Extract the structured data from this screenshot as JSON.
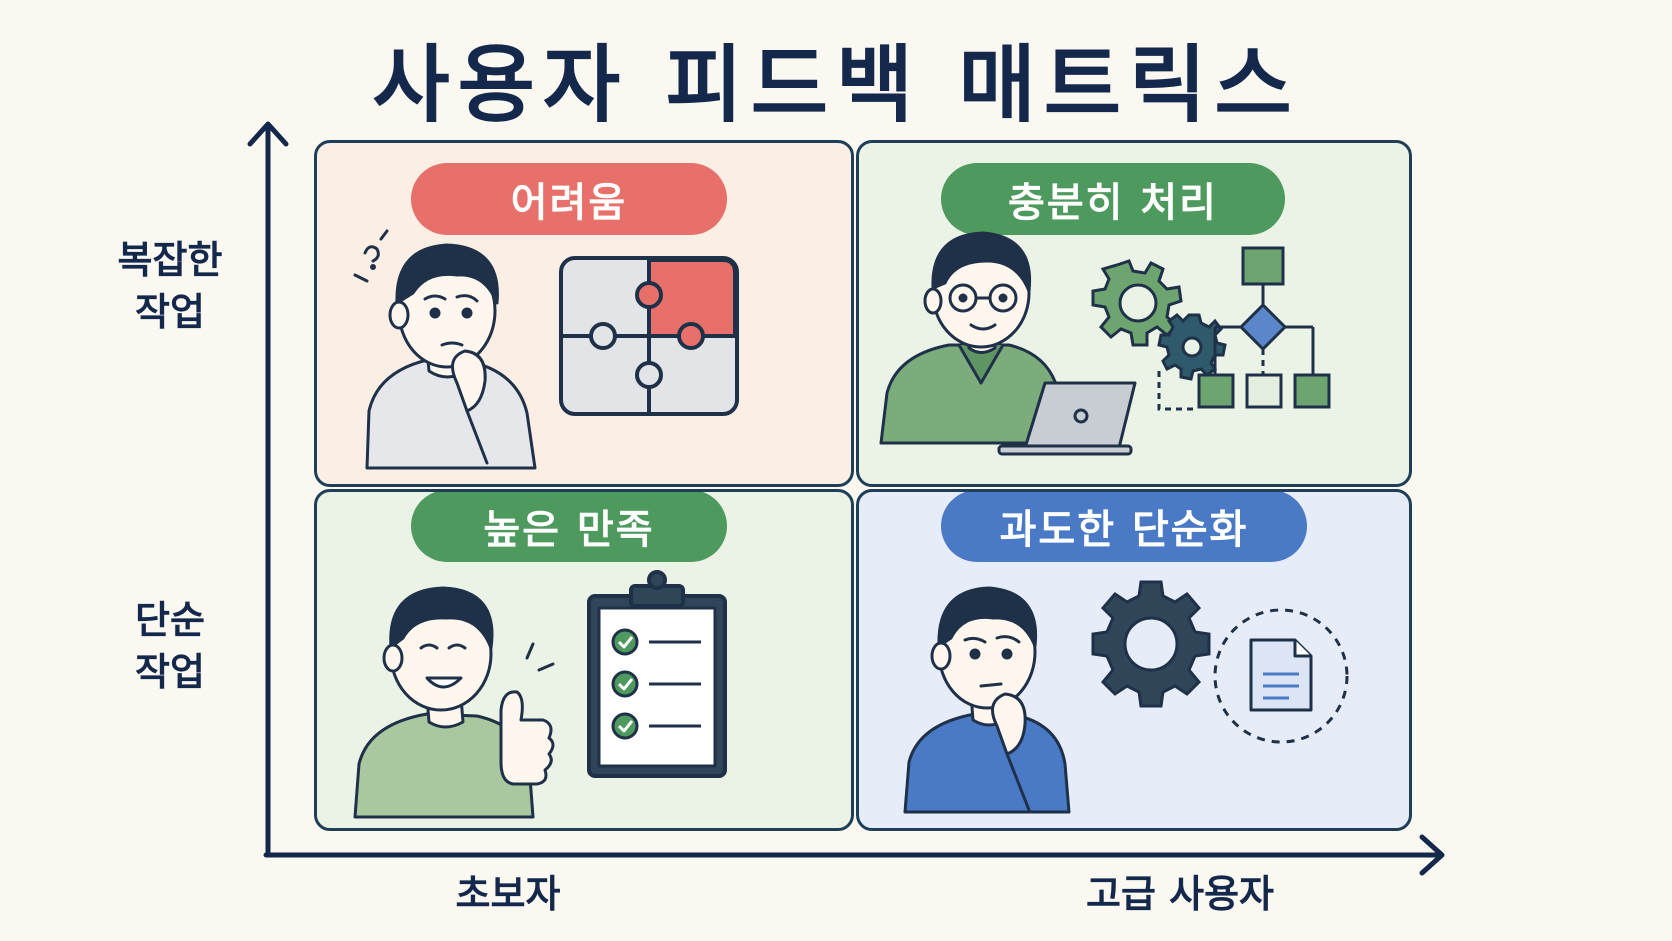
{
  "title": "사용자 피드백 매트릭스",
  "y_axis": {
    "top_label_line1": "복잡한",
    "top_label_line2": "작업",
    "bottom_label_line1": "단순",
    "bottom_label_line2": "작업"
  },
  "x_axis": {
    "left_label": "초보자",
    "right_label": "고급 사용자"
  },
  "quadrants": {
    "difficulty": {
      "label": "어려움",
      "color": "#e8706a"
    },
    "handled": {
      "label": "충분히 처리",
      "color": "#4e9a5e"
    },
    "satisfaction": {
      "label": "높은 만족",
      "color": "#4e9a5e"
    },
    "oversimplified": {
      "label": "과도한 단순화",
      "color": "#4a7ac6"
    }
  },
  "icons": [
    "puzzle-icon",
    "gear-icon",
    "flowchart-icon",
    "laptop-icon",
    "clipboard-checklist-icon",
    "thumbs-up-icon",
    "document-icon",
    "confused-icon"
  ]
}
